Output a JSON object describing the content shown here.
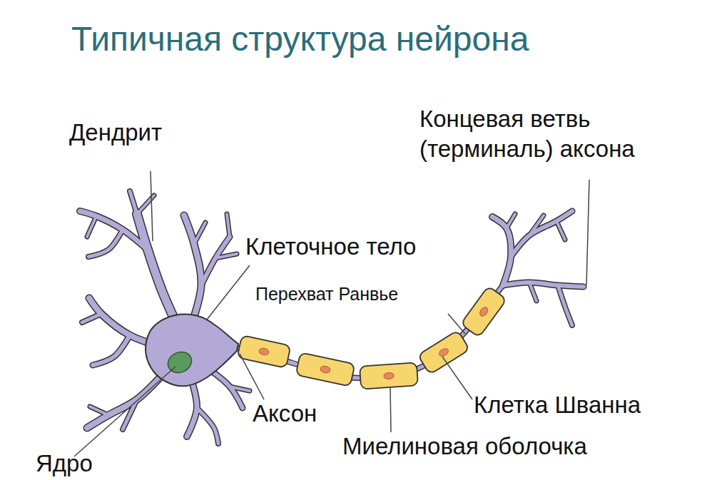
{
  "diagram": {
    "title": "Типичная структура нейрона",
    "labels": [
      "Дендрит",
      "Концевая ветвь (терминаль) аксона",
      "Клеточное тело",
      "Перехват Ранвье",
      "Аксон",
      "Клетка Шванна",
      "Миелиновая оболочка",
      "Ядро"
    ]
  }
}
